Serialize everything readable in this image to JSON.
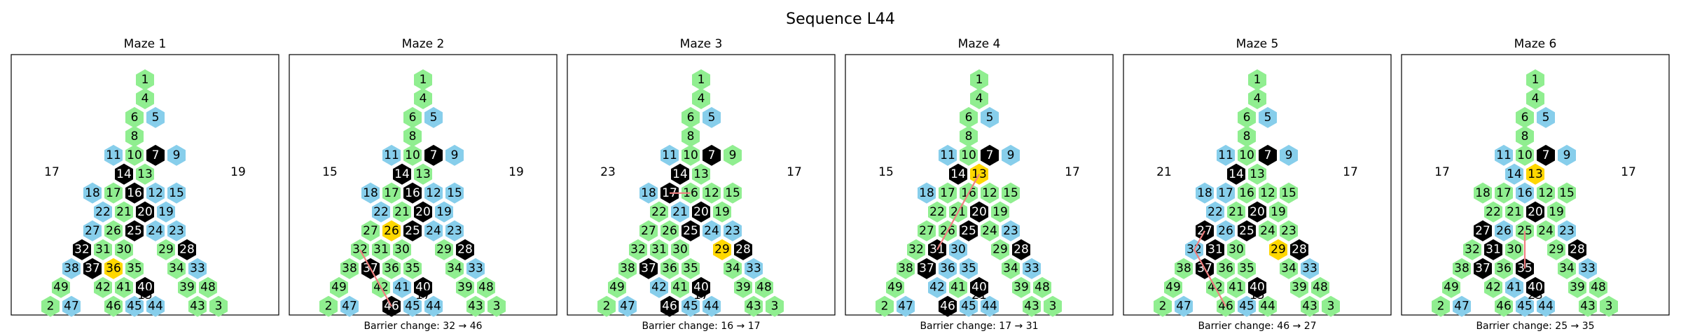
{
  "figure": {
    "title": "Sequence L44"
  },
  "colors": {
    "open": "#90EE90",
    "alt": "#87CEEB",
    "barrier": "#000000",
    "highlight": "#FFD700",
    "path": "#F08080",
    "frame": "#000000"
  },
  "layout_rows": [
    [
      1
    ],
    [
      4
    ],
    [
      6,
      5
    ],
    [
      8
    ],
    [
      11,
      10,
      7,
      9
    ],
    [
      14,
      13
    ],
    [
      18,
      17,
      16,
      12,
      15
    ],
    [
      22,
      21,
      20,
      19
    ],
    [
      27,
      26,
      25,
      24,
      23
    ],
    [
      32,
      31,
      30,
      29,
      28
    ],
    [
      38,
      37,
      36,
      35,
      34,
      33
    ],
    [
      49,
      42,
      41,
      40,
      39,
      48
    ],
    [
      2,
      47,
      46,
      45,
      44,
      43,
      3
    ]
  ],
  "mazes": [
    {
      "title": "Maze 1",
      "left": "17",
      "right": "19",
      "bottom": "15",
      "caption": "",
      "blue": [
        5,
        9,
        11,
        12,
        15,
        18,
        19,
        22,
        23,
        24,
        27,
        33,
        38,
        44,
        45,
        47
      ],
      "black": [
        7,
        14,
        16,
        20,
        25,
        28,
        32,
        37,
        40
      ],
      "yellow": [
        36
      ],
      "path": []
    },
    {
      "title": "Maze 2",
      "left": "15",
      "right": "19",
      "bottom": "17",
      "caption": "Barrier change: 32 → 46",
      "blue": [
        5,
        9,
        11,
        12,
        15,
        18,
        19,
        22,
        23,
        24,
        33,
        41,
        44,
        45,
        47
      ],
      "black": [
        7,
        14,
        16,
        20,
        25,
        28,
        37,
        40,
        46
      ],
      "yellow": [
        26
      ],
      "path": [
        32,
        42,
        46
      ]
    },
    {
      "title": "Maze 3",
      "left": "23",
      "right": "17",
      "bottom": "17",
      "caption": "Barrier change: 16 → 17",
      "blue": [
        5,
        11,
        18,
        21,
        23,
        24,
        33,
        42,
        44,
        45,
        47
      ],
      "black": [
        7,
        14,
        17,
        20,
        25,
        28,
        37,
        40,
        46
      ],
      "yellow": [
        29
      ],
      "path": [
        17,
        16
      ]
    },
    {
      "title": "Maze 4",
      "left": "15",
      "right": "17",
      "bottom": "21",
      "caption": "Barrier change: 17 → 31",
      "blue": [
        5,
        9,
        11,
        18,
        23,
        30,
        33,
        35,
        36,
        42,
        44,
        45,
        47
      ],
      "black": [
        7,
        14,
        20,
        25,
        28,
        31,
        37,
        40,
        46
      ],
      "yellow": [
        13
      ],
      "path": [
        13,
        26,
        31
      ]
    },
    {
      "title": "Maze 5",
      "left": "21",
      "right": "17",
      "bottom": "15",
      "caption": "Barrier change: 46 → 27",
      "blue": [
        5,
        9,
        11,
        17,
        18,
        22,
        26,
        32,
        33,
        45,
        47
      ],
      "black": [
        7,
        14,
        20,
        25,
        27,
        28,
        31,
        37,
        40
      ],
      "yellow": [
        29
      ],
      "path": [
        46,
        32,
        27
      ]
    },
    {
      "title": "Maze 6",
      "left": "17",
      "right": "17",
      "bottom": "23",
      "caption": "Barrier change: 25 → 35",
      "blue": [
        5,
        9,
        11,
        14,
        16,
        23,
        26,
        33,
        41,
        44,
        45,
        47
      ],
      "black": [
        7,
        20,
        27,
        28,
        31,
        35,
        37,
        40
      ],
      "yellow": [
        13
      ],
      "path": [
        25,
        35
      ]
    }
  ]
}
